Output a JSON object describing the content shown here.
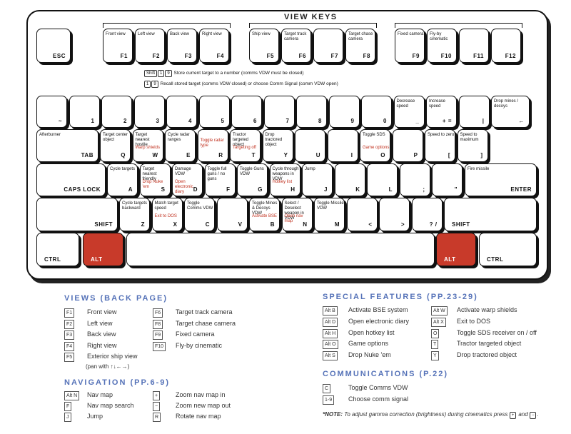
{
  "keyboard": {
    "title": "VIEW KEYS",
    "esc_label": "ESC",
    "fkeys": [
      {
        "key": "F1",
        "action": "Front view"
      },
      {
        "key": "F2",
        "action": "Left view"
      },
      {
        "key": "F3",
        "action": "Back view"
      },
      {
        "key": "F4",
        "action": "Right view"
      },
      {
        "key": "F5",
        "action": "Ship view"
      },
      {
        "key": "F6",
        "action": "Target track camera"
      },
      {
        "key": "F7",
        "action": ""
      },
      {
        "key": "F8",
        "action": "Target chase camera"
      },
      {
        "key": "F9",
        "action": "Fixed camera"
      },
      {
        "key": "F10",
        "action": "Fly-by cinematic"
      },
      {
        "key": "F11",
        "action": ""
      },
      {
        "key": "F12",
        "action": ""
      }
    ],
    "note1_keys": [
      "Shift",
      "1",
      "9"
    ],
    "note1_text": "Store current target to a number (comms VDW must be closed)",
    "note2_keys": [
      "1",
      "9"
    ],
    "note2_text": "Recall stored target (comms VDW closed) or choose Comm Signal (comm VDW open)",
    "number_row": [
      {
        "key": "~",
        "action": ""
      },
      {
        "key": "1",
        "action": ""
      },
      {
        "key": "2",
        "action": ""
      },
      {
        "key": "3",
        "action": ""
      },
      {
        "key": "4",
        "action": ""
      },
      {
        "key": "5",
        "action": ""
      },
      {
        "key": "6",
        "action": ""
      },
      {
        "key": "7",
        "action": ""
      },
      {
        "key": "8",
        "action": ""
      },
      {
        "key": "9",
        "action": ""
      },
      {
        "key": "0",
        "action": ""
      },
      {
        "key": "_",
        "action": "Decrease speed"
      },
      {
        "key": "+ =",
        "action": "Increase speed"
      },
      {
        "key": "|",
        "action": ""
      },
      {
        "key": "←",
        "action": "Drop mines / decoys"
      }
    ],
    "tab_row": [
      {
        "key": "TAB",
        "action": "Afterburner",
        "action2": ""
      },
      {
        "key": "Q",
        "action": "Target center object",
        "action2": ""
      },
      {
        "key": "W",
        "action": "Target nearest hostile",
        "action2": "Warp shields"
      },
      {
        "key": "E",
        "action": "Cycle radar ranges",
        "action2": ""
      },
      {
        "key": "R",
        "action": "",
        "action2": "Toggle radar type"
      },
      {
        "key": "T",
        "action": "Tractor targeted object",
        "action2": "Targeting off"
      },
      {
        "key": "Y",
        "action": "Drop tractored object",
        "action2": ""
      },
      {
        "key": "U",
        "action": "",
        "action2": ""
      },
      {
        "key": "I",
        "action": "",
        "action2": ""
      },
      {
        "key": "O",
        "action": "Toggle SDS",
        "action2": "Game options"
      },
      {
        "key": "P",
        "action": "",
        "action2": ""
      },
      {
        "key": "[",
        "action": "Speed to zero",
        "action2": ""
      },
      {
        "key": "]",
        "action": "Speed to maximum",
        "action2": ""
      }
    ],
    "caps_row": [
      {
        "key": "CAPS LOCK",
        "action": "",
        "action2": ""
      },
      {
        "key": "A",
        "action": "Cycle targets",
        "action2": ""
      },
      {
        "key": "S",
        "action": "Target nearest friendly",
        "action2": "Drop Nuke 'em"
      },
      {
        "key": "D",
        "action": "Damage VDW",
        "action2": "Open electronic diary"
      },
      {
        "key": "F",
        "action": "Toggle full guns / no guns",
        "action2": ""
      },
      {
        "key": "G",
        "action": "Toggle Guns VDW",
        "action2": ""
      },
      {
        "key": "H",
        "action": "Cycle through weapons in VDW",
        "action2": "Hotkey list"
      },
      {
        "key": "J",
        "action": "Jump",
        "action2": ""
      },
      {
        "key": "K",
        "action": "",
        "action2": ""
      },
      {
        "key": "L",
        "action": "",
        "action2": ""
      },
      {
        "key": ";",
        "action": "",
        "action2": ""
      },
      {
        "key": "\"",
        "action": "",
        "action2": ""
      },
      {
        "key": "ENTER",
        "action": "Fire missile",
        "action2": ""
      }
    ],
    "shift_row": [
      {
        "key": "SHIFT",
        "action": "",
        "action2": ""
      },
      {
        "key": "Z",
        "action": "Cycle targets backward",
        "action2": ""
      },
      {
        "key": "X",
        "action": "Match target speed",
        "action2": "Exit to DOS"
      },
      {
        "key": "C",
        "action": "Toggle Comms VDW",
        "action2": ""
      },
      {
        "key": "V",
        "action": "",
        "action2": ""
      },
      {
        "key": "B",
        "action": "Toggle Mines & Decoys VDW",
        "action2": "Activate BSE"
      },
      {
        "key": "N",
        "action": "Select / Deselect weapon in VDW",
        "action2": "Open nav map"
      },
      {
        "key": "M",
        "action": "Toggle Missile VDW",
        "action2": ""
      },
      {
        "key": "<",
        "action": "",
        "action2": ""
      },
      {
        "key": ">",
        "action": "",
        "action2": ""
      },
      {
        "key": "? /",
        "action": "",
        "action2": ""
      },
      {
        "key": "SHIFT",
        "action": "",
        "action2": ""
      }
    ],
    "bottom_row": [
      {
        "key": "CTRL"
      },
      {
        "key": "ALT"
      },
      {
        "key": ""
      },
      {
        "key": "ALT"
      },
      {
        "key": "CTRL"
      }
    ],
    "alt_color": "#c83a2a"
  },
  "views": {
    "heading": "VIEWS (BACK PAGE)",
    "items": [
      {
        "key": "F1",
        "label": "Front view"
      },
      {
        "key": "F2",
        "label": "Left view"
      },
      {
        "key": "F3",
        "label": "Back view"
      },
      {
        "key": "F4",
        "label": "Right view"
      },
      {
        "key": "F5",
        "label": "Exterior ship view"
      },
      {
        "key": "F6",
        "label": "Target track camera"
      },
      {
        "key": "F8",
        "label": "Target chase camera"
      },
      {
        "key": "F9",
        "label": "Fixed camera"
      },
      {
        "key": "F10",
        "label": "Fly-by cinematic"
      }
    ],
    "pan_note": "(pan with ↑↓←→)"
  },
  "navigation": {
    "heading": "NAVIGATION (PP.6-9)",
    "items": [
      {
        "key": "Alt N",
        "label": "Nav map"
      },
      {
        "key": "F",
        "label": "Nav map search"
      },
      {
        "key": "J",
        "label": "Jump"
      },
      {
        "key": "+",
        "label": "Zoom nav map in"
      },
      {
        "key": "−",
        "label": "Zoom new map out"
      },
      {
        "key": "R",
        "label": "Rotate nav map"
      }
    ]
  },
  "special": {
    "heading": "SPECIAL FEATURES (PP.23-29)",
    "items": [
      {
        "key": "Alt B",
        "label": "Activate BSE system"
      },
      {
        "key": "Alt D",
        "label": "Open electronic diary"
      },
      {
        "key": "Alt H",
        "label": "Open hotkey list"
      },
      {
        "key": "Alt O",
        "label": "Game options"
      },
      {
        "key": "Alt S",
        "label": "Drop Nuke 'em"
      },
      {
        "key": "Alt W",
        "label": "Activate warp shields"
      },
      {
        "key": "Alt X",
        "label": "Exit to DOS"
      },
      {
        "key": "O",
        "label": "Toggle SDS receiver on / off"
      },
      {
        "key": "T",
        "label": "Tractor targeted object"
      },
      {
        "key": "Y",
        "label": "Drop tractored object"
      }
    ]
  },
  "communications": {
    "heading": "COMMUNICATIONS (P.22)",
    "items": [
      {
        "key": "C",
        "label": "Toggle Comms VDW"
      },
      {
        "key": "1-9",
        "label": "Choose comm signal"
      }
    ]
  },
  "footnote": {
    "bold": "*NOTE:",
    "text": "To adjust gamma correction (brightness) during cinematics press",
    "key1": "+",
    "and": "and",
    "key2": "−",
    "end": "."
  },
  "colors": {
    "heading": "#5572b8",
    "alt_key": "#c83a2a",
    "secondary_action": "#c0301e"
  }
}
